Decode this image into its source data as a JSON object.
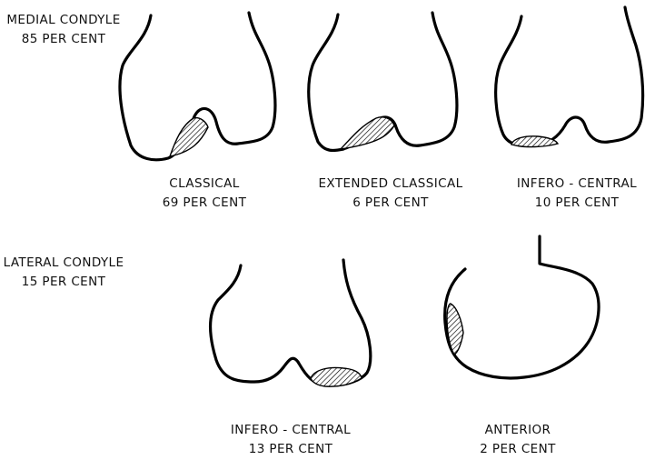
{
  "groups": {
    "medial": {
      "name": "MEDIAL CONDYLE",
      "percent": "85 PER CENT"
    },
    "lateral": {
      "name": "LATERAL CONDYLE",
      "percent": "15 PER CENT"
    }
  },
  "figures": [
    {
      "label": "CLASSICAL",
      "percent": "69 PER CENT"
    },
    {
      "label": "EXTENDED CLASSICAL",
      "percent": "6 PER CENT"
    },
    {
      "label": "INFERO - CENTRAL",
      "percent": "10 PER CENT"
    },
    {
      "label": "INFERO - CENTRAL",
      "percent": "13 PER CENT"
    },
    {
      "label": "ANTERIOR",
      "percent": "2 PER CENT"
    }
  ]
}
